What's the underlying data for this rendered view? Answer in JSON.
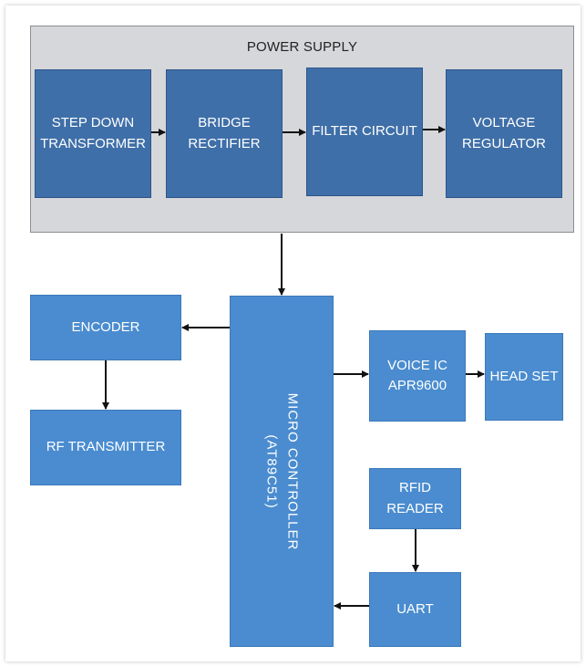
{
  "power_supply": {
    "title": "POWER SUPPLY",
    "blocks": [
      "STEP DOWN\nTRANSFORMER",
      "BRIDGE\nRECTIFIER",
      "FILTER CIRCUIT",
      "VOLTAGE\nREGULATOR"
    ]
  },
  "blocks": {
    "encoder": "ENCODER",
    "rf_transmitter": "RF TRANSMITTER",
    "micro_controller": "MICRO CONTROLLER",
    "micro_controller_model": "(AT89C51)",
    "voice_ic": "VOICE IC\nAPR9600",
    "head_set": "HEAD SET",
    "rfid_reader": "RFID READER",
    "uart": "UART"
  },
  "colors": {
    "psu_block": "#3f6fa8",
    "module_block": "#4a8ccf",
    "psu_panel": "#d6d7da"
  }
}
